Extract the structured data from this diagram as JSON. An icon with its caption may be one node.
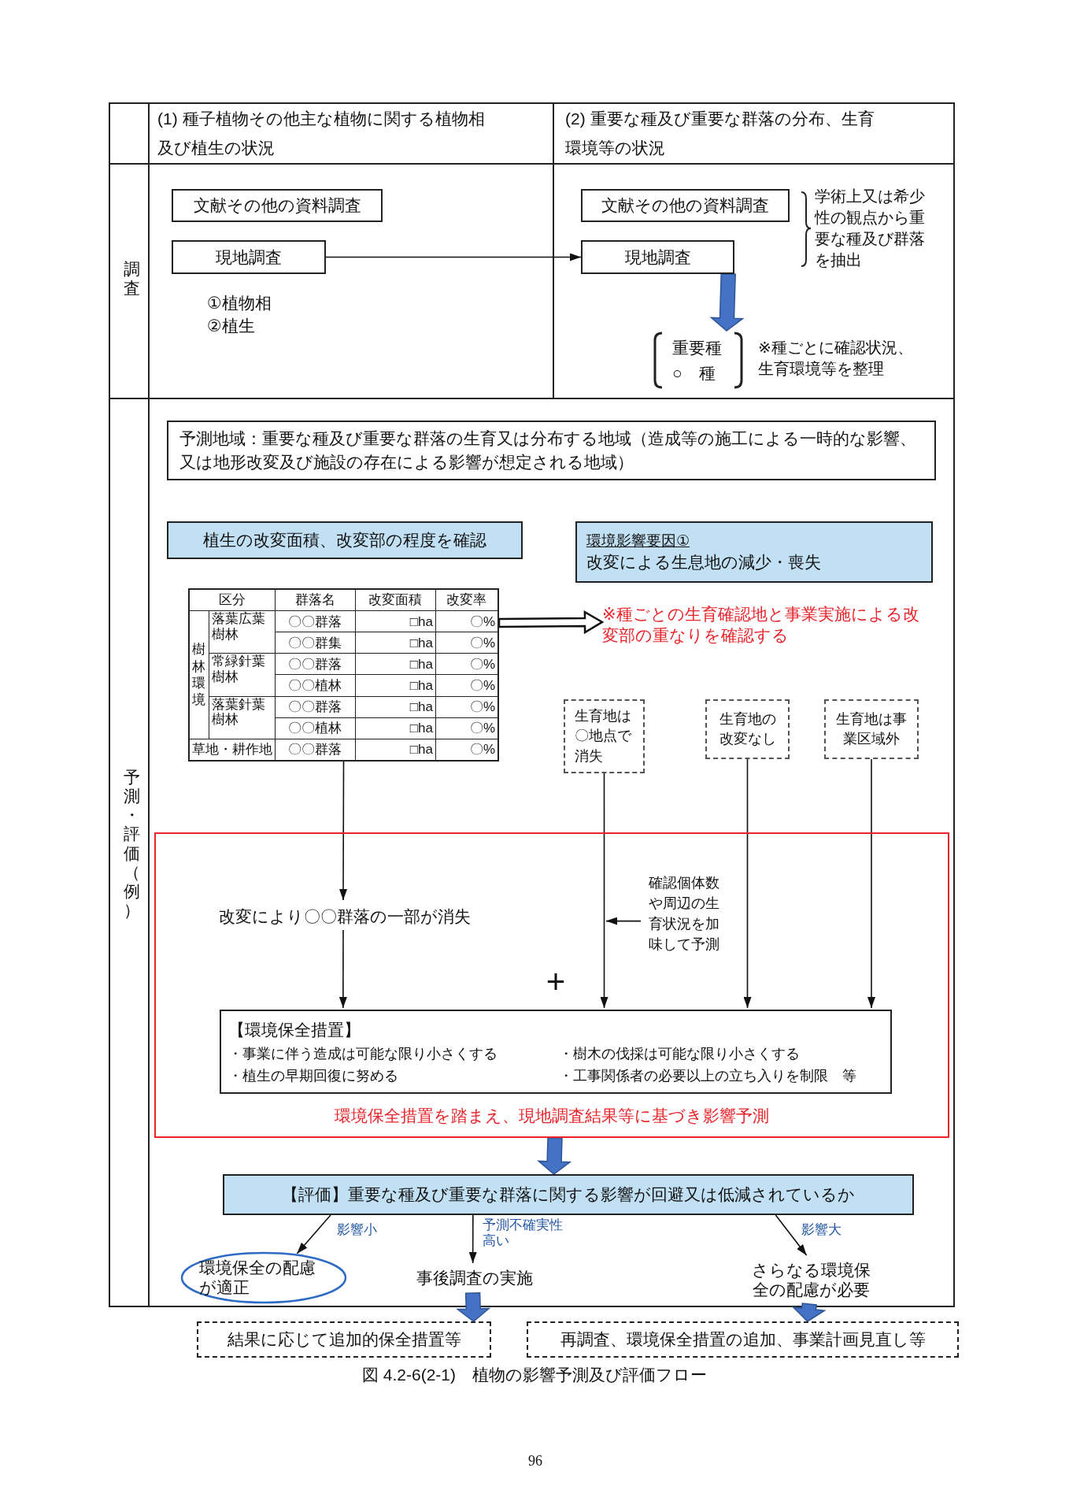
{
  "diagram": {
    "caption": "図 4.2-6(2-1)　植物の影響予測及び評価フロー",
    "nodes": [
      {
        "text": [
          "文献その他の資料調査"
        ]
      },
      {
        "text": [
          "現地調査"
        ]
      },
      {
        "text": [
          "文献その他の資料調査"
        ]
      },
      {
        "text": [
          "現地調査"
        ]
      },
      {
        "text": [
          "重要種 ○　種"
        ],
        "beside": [
          "※種ごとに確認状況、生育環境等を整理"
        ]
      },
      {
        "text": [
          "予測地域：重要な種及び重要な群落の生育又は分布する地域（造成等の施工による一時的な影響、又は地形改変及び施設の存在による影響が想定される地域）"
        ]
      },
      {
        "text": [
          "植生の改変面積、改変部の程度を確認"
        ]
      },
      {
        "text": [
          "環境影響要因①",
          "改変による生息地の減少・喪失"
        ]
      },
      {
        "text": [],
        "shape": "table"
      },
      {
        "text": [
          "※種ごとの生育確認地と事業実施による改変部の重なりを確認する"
        ]
      },
      {
        "text": [
          "生育地は〇地点で消失"
        ]
      },
      {
        "text": [
          "生育地の改変なし"
        ]
      },
      {
        "text": [
          "生育地は事業区域外"
        ]
      },
      {
        "text": [
          "環境保全措置を踏まえ、現地調査結果等に基づき影響予測"
        ]
      },
      {
        "text": [
          "改変により〇〇群落の一部が消失"
        ],
        "in": 13
      },
      {
        "text": [
          "【環境保全措置】",
          "・事業に伴う造成は可能な限り小さくする",
          "・樹木の伐採は可能な限り小さくする",
          "・植生の早期回復に努める",
          "・工事関係者の必要以上の立ち入りを制限　等"
        ],
        "in": 13
      },
      {
        "text": [
          "確認個体数や周辺の生育状況を加味して予測"
        ],
        "in": 13
      },
      {
        "text": [
          "【評価】重要な種及び重要な群落に関する影響が回避又は低減されているか"
        ]
      },
      {
        "text": [
          "環境保全の配慮が適正"
        ]
      },
      {
        "text": [
          "事後調査の実施"
        ]
      },
      {
        "text": [
          "さらなる環境保全の配慮が必要"
        ]
      },
      {
        "text": [
          "結果に応じて追加的保全措置等"
        ]
      },
      {
        "text": [
          "再調査、環境保全措置の追加、事業計画見直し等"
        ]
      }
    ],
    "edges": [
      {
        "from": 1,
        "to": 3,
        "arrow": "to"
      },
      {
        "from": 3,
        "to": 4,
        "arrow": "to",
        "style": "thick",
        "color": "#4472c4"
      },
      {
        "from": 8,
        "to": 9,
        "arrow": "to",
        "style": "thick"
      },
      {
        "from": 8,
        "to": 14,
        "arrow": "to"
      },
      {
        "from": 14,
        "to": 15,
        "arrow": "to"
      },
      {
        "from": 10,
        "to": 15,
        "arrow": "to"
      },
      {
        "from": 11,
        "to": 15,
        "arrow": "to"
      },
      {
        "from": 12,
        "to": 15,
        "arrow": "to"
      },
      {
        "from": 16,
        "to": null,
        "arrow": "to"
      },
      {
        "from": 13,
        "to": 17,
        "arrow": "to",
        "style": "thick",
        "color": "#4472c4"
      },
      {
        "from": 17,
        "to": 18,
        "arrow": "to",
        "label": "影響小"
      },
      {
        "from": 17,
        "to": 19,
        "arrow": "to",
        "label": "予測不確実性高い"
      },
      {
        "from": 17,
        "to": 20,
        "arrow": "to",
        "label": "影響大"
      },
      {
        "from": 19,
        "to": 21,
        "arrow": "to",
        "style": "thick",
        "color": "#4472c4"
      },
      {
        "from": 20,
        "to": 22,
        "arrow": "to",
        "style": "thick",
        "color": "#4472c4"
      }
    ],
    "labels": [
      "(1) 種子植物その他主な植物に関する植物相及び植生の状況",
      "(2) 重要な種及び重要な群落の分布、生育環境等の状況",
      "調査",
      "①植物相",
      "②植生",
      "学術上又は希少性の観点から重要な種及び群落を抽出",
      "予測・評価（例）",
      "区分",
      "群落名",
      "改変面積",
      "改変率",
      "樹林環境",
      "落葉広葉樹林",
      "〇〇群落",
      "□ha",
      "〇%",
      "〇〇群集",
      "□ha",
      "〇%",
      "常緑針葉樹林",
      "〇〇群落",
      "□ha",
      "〇%",
      "〇〇植林",
      "□ha",
      "〇%",
      "落葉針葉樹林",
      "〇〇群落",
      "□ha",
      "〇%",
      "〇〇植林",
      "□ha",
      "〇%",
      "草地・耕作地",
      "〇〇群落",
      "□ha",
      "〇%",
      "+",
      "96"
    ]
  }
}
